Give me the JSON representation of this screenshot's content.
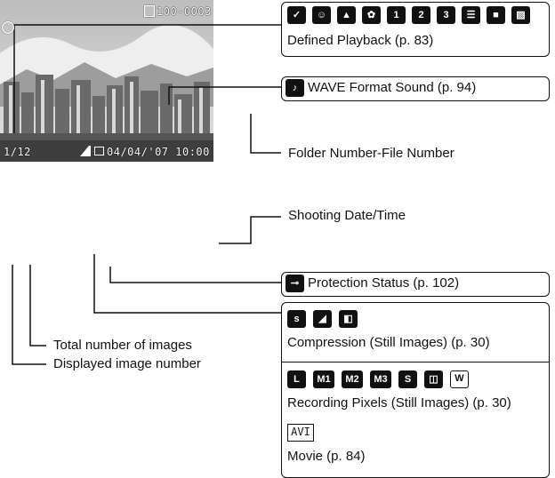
{
  "screen": {
    "image_number": "1/12",
    "file_number": "100-0003",
    "date_time": "04/04/'07  10:00"
  },
  "callouts": {
    "defined_playback": "Defined Playback (p. 83)",
    "wave_sound": "WAVE Format Sound (p. 94)",
    "folder_file": "Folder Number-File Number",
    "shooting_date": "Shooting Date/Time",
    "protection": "Protection Status (p. 102)",
    "compression": "Compression (Still Images) (p. 30)",
    "recording_pixels": "Recording Pixels (Still Images) (p. 30)",
    "movie": "Movie (p. 84)",
    "total_images": "Total number of images",
    "displayed_number": "Displayed image number"
  },
  "pixel_icons": {
    "large": "L",
    "m1": "M1",
    "m2": "M2",
    "m3": "M3",
    "small": "S",
    "wide": "W"
  },
  "movie_icon": "AVI",
  "icon_names": [
    "checkmark-icon",
    "people-icon",
    "landscape-icon",
    "flower-icon",
    "category-1-icon",
    "category-2-icon",
    "category-3-icon",
    "todo-list-icon",
    "folder-icon",
    "movie-camera-icon",
    "sound-icon",
    "protection-key-icon",
    "compression-superfine-icon",
    "compression-fine-icon",
    "compression-normal-icon",
    "postcard-icon"
  ]
}
